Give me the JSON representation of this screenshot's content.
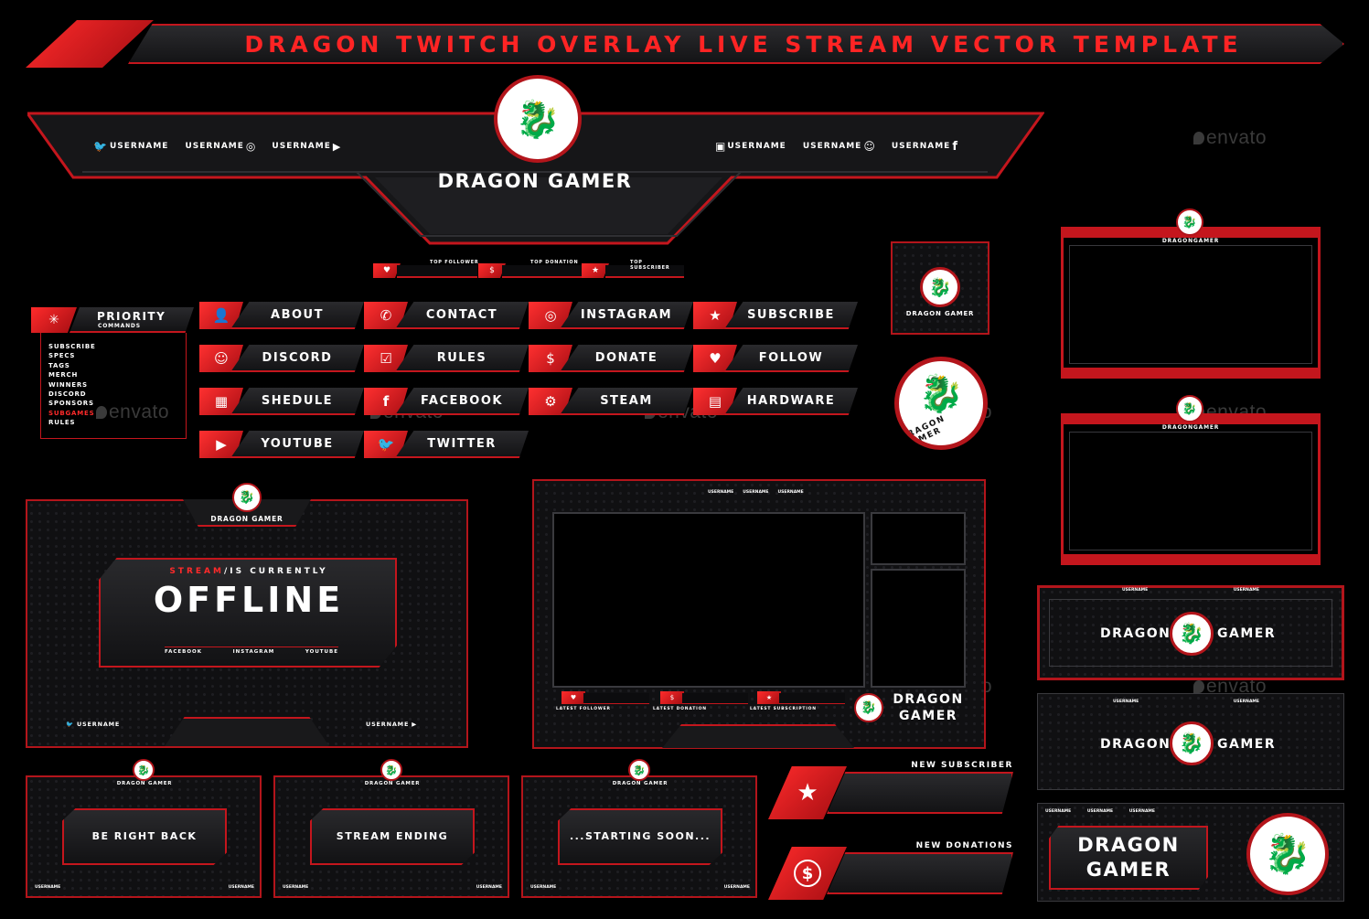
{
  "title": "DRAGON TWITCH OVERLAY LIVE STREAM VECTOR TEMPLATE",
  "watermark": "envato",
  "brand": "DRAGON GAMER",
  "brand_compact": "DRAGONGAMER",
  "brand_line1": "DRAGON",
  "brand_line2": "GAMER",
  "username": "USERNAME",
  "colors": {
    "accent": "#d41920",
    "accent_dark": "#8f0d12",
    "panel": "#1a1a1c",
    "background": "#000000"
  },
  "header_socials": [
    {
      "icon": "twitter-icon",
      "label": "USERNAME"
    },
    {
      "icon": "instagram-icon",
      "label": "USERNAME"
    },
    {
      "icon": "youtube-icon",
      "label": "USERNAME"
    },
    {
      "icon": "twitch-icon",
      "label": "USERNAME"
    },
    {
      "icon": "discord-icon",
      "label": "USERNAME"
    },
    {
      "icon": "facebook-icon",
      "label": "USERNAME"
    }
  ],
  "top_stats": [
    "TOP FOLLOWER",
    "TOP DONATION",
    "TOP SUBSCRIBER"
  ],
  "priority": {
    "title": "PRIORITY",
    "subtitle": "COMMANDS",
    "items": [
      "SUBSCRIBE",
      "SPECS",
      "TAGS",
      "MERCH",
      "WINNERS",
      "DISCORD",
      "SPONSORS",
      "SUBGAMES",
      "RULES"
    ],
    "highlight_index": 7
  },
  "panels": [
    {
      "icon": "user-icon",
      "label": "ABOUT"
    },
    {
      "icon": "phone-icon",
      "label": "CONTACT"
    },
    {
      "icon": "instagram-icon",
      "label": "INSTAGRAM"
    },
    {
      "icon": "star-icon",
      "label": "SUBSCRIBE"
    },
    {
      "icon": "discord-icon",
      "label": "DISCORD"
    },
    {
      "icon": "rules-icon",
      "label": "RULES"
    },
    {
      "icon": "dollar-icon",
      "label": "DONATE"
    },
    {
      "icon": "heart-icon",
      "label": "FOLLOW"
    },
    {
      "icon": "calendar-icon",
      "label": "SHEDULE"
    },
    {
      "icon": "facebook-icon",
      "label": "FACEBOOK"
    },
    {
      "icon": "steam-icon",
      "label": "STEAM"
    },
    {
      "icon": "hardware-icon",
      "label": "HARDWARE"
    },
    {
      "icon": "youtube-icon",
      "label": "YOUTUBE"
    },
    {
      "icon": "twitter-icon",
      "label": "TWITTER"
    }
  ],
  "offline": {
    "pre_a": "STREAM",
    "pre_b": "/IS CURRENTLY",
    "main": "OFFLINE",
    "links": [
      "FACEBOOK",
      "INSTAGRAM",
      "YOUTUBE"
    ]
  },
  "latest_stats": [
    "LATEST FOLLOWER",
    "LATEST DONATION",
    "LATEST SUBSCRIPTION"
  ],
  "scenes": [
    "BE RIGHT BACK",
    "STREAM ENDING",
    "...STARTING SOON..."
  ],
  "alerts": [
    "NEW SUBSCRIBER",
    "NEW DONATIONS"
  ]
}
